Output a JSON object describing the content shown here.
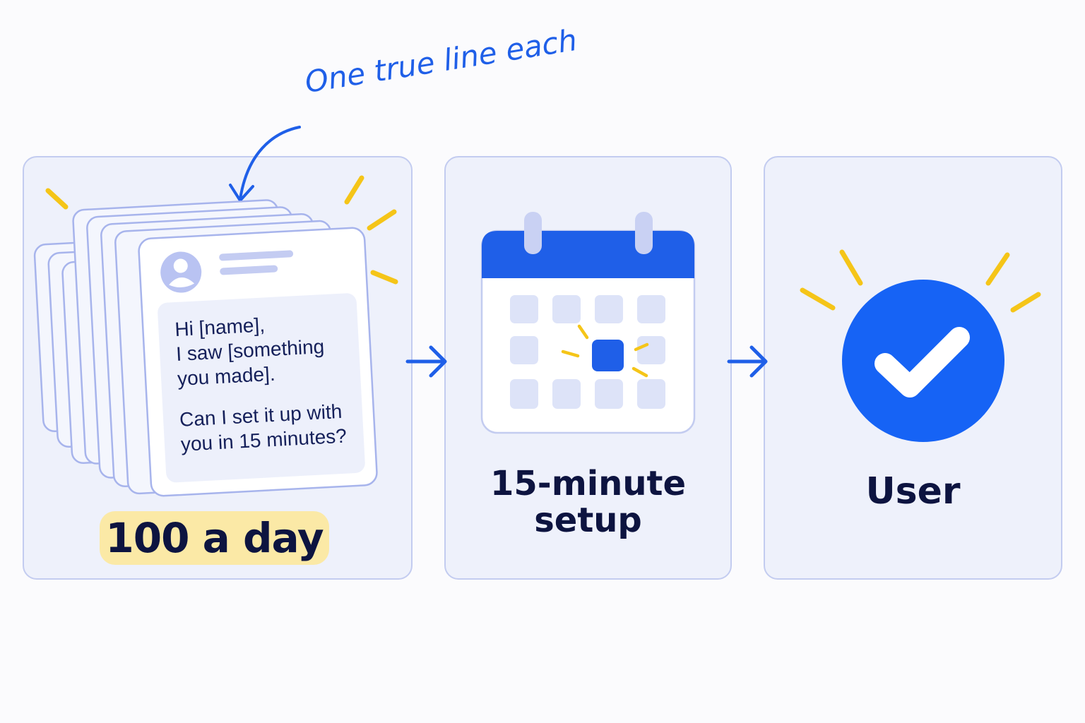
{
  "annotation": {
    "text": "One true line each"
  },
  "message_card": {
    "greeting_lines": [
      "Hi [name],",
      "I saw [something",
      "you made]."
    ],
    "question_lines": [
      "Can I set it up with",
      "you in 15 minutes?"
    ]
  },
  "steps": {
    "outreach": {
      "count_label": "100 a day"
    },
    "setup": {
      "label_lines": [
        "15-minute",
        "setup"
      ]
    },
    "result": {
      "label": "User"
    }
  },
  "icons": {
    "avatar": "user-avatar-icon",
    "calendar": "calendar-icon",
    "check": "checkmark-circle-icon",
    "arrow": "arrow-right-icon"
  },
  "colors": {
    "accent_blue": "#1f5fe8",
    "highlight_yellow": "#f5c518",
    "badge_yellow": "#fbe9a6",
    "text_dark": "#0d1440",
    "panel_bg": "#eef1fb"
  }
}
